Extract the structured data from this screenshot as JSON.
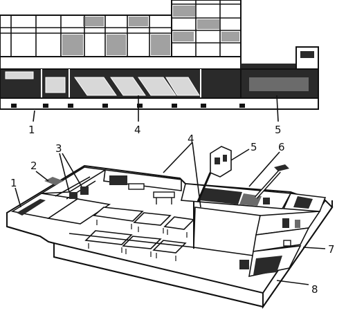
{
  "figure": {
    "top_view": {
      "callouts": [
        {
          "id": "c1",
          "text": "1"
        },
        {
          "id": "c4",
          "text": "4"
        },
        {
          "id": "c5",
          "text": "5"
        }
      ]
    },
    "plan_view": {
      "callouts": [
        {
          "id": "p1",
          "text": "1"
        },
        {
          "id": "p2",
          "text": "2"
        },
        {
          "id": "p3",
          "text": "3"
        },
        {
          "id": "p4",
          "text": "4"
        },
        {
          "id": "p5",
          "text": "5"
        },
        {
          "id": "p6",
          "text": "6"
        },
        {
          "id": "p7",
          "text": "7"
        },
        {
          "id": "p8",
          "text": "8"
        }
      ]
    }
  },
  "colors": {
    "ink": "#111111",
    "paper": "#ffffff",
    "dark_fill": "#2a2a2a",
    "mid_fill": "#6b6b6b"
  }
}
